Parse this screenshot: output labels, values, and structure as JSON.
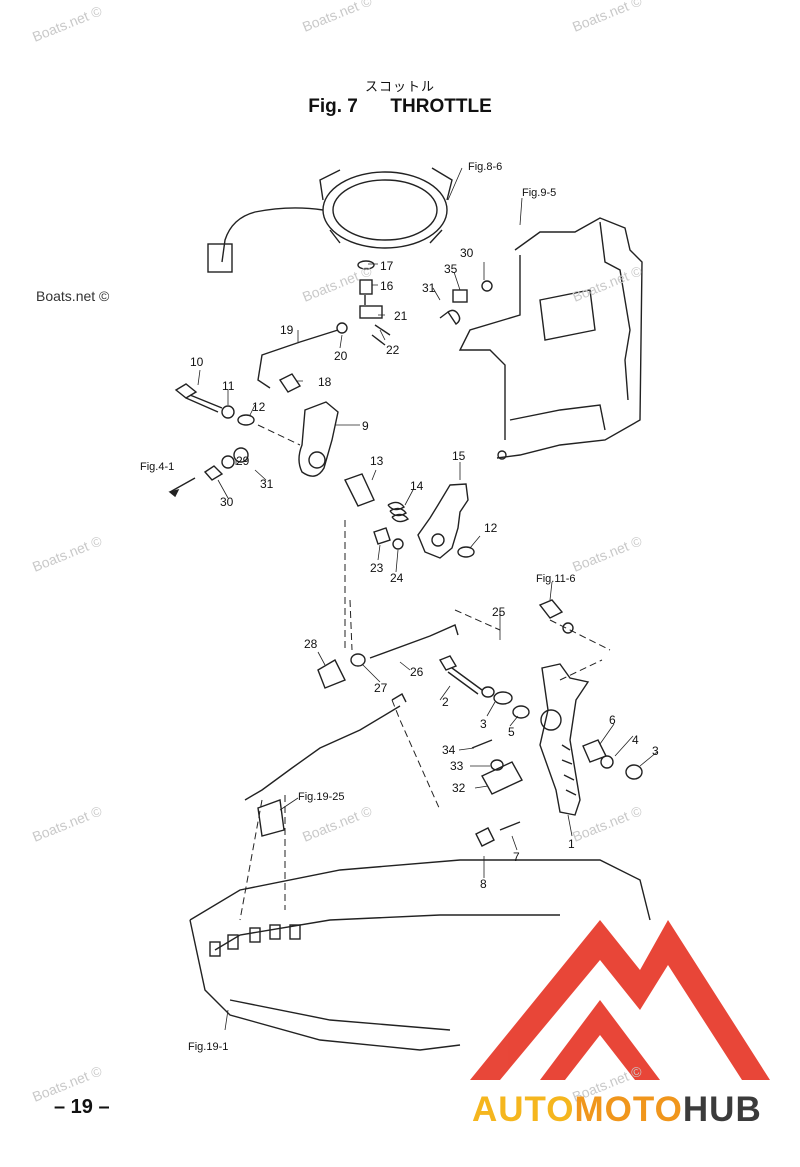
{
  "header": {
    "subtitle_jp": "スコットル",
    "fig_label": "Fig. 7",
    "title": "THROTTLE"
  },
  "page_number": "– 19 –",
  "watermark": "Boats.net ©",
  "brand": {
    "part1": "AUTO",
    "part2": "MOTO",
    "part3": "HUB",
    "colors": {
      "auto": "#f5b61e",
      "moto": "#f0961c",
      "hub": "#3b3b3b",
      "logo_red": "#e63323"
    }
  },
  "callouts": [
    "1",
    "2",
    "3",
    "3",
    "4",
    "5",
    "6",
    "7",
    "8",
    "9",
    "10",
    "11",
    "12",
    "12",
    "13",
    "14",
    "15",
    "16",
    "17",
    "18",
    "19",
    "20",
    "21",
    "22",
    "23",
    "24",
    "25",
    "26",
    "27",
    "28",
    "29",
    "30",
    "30",
    "31",
    "31",
    "32",
    "33",
    "34",
    "35"
  ],
  "refs": [
    "Fig.8-6",
    "Fig.9-5",
    "Fig.4-1",
    "Fig.11-6",
    "Fig.19-25",
    "Fig.19-1"
  ]
}
